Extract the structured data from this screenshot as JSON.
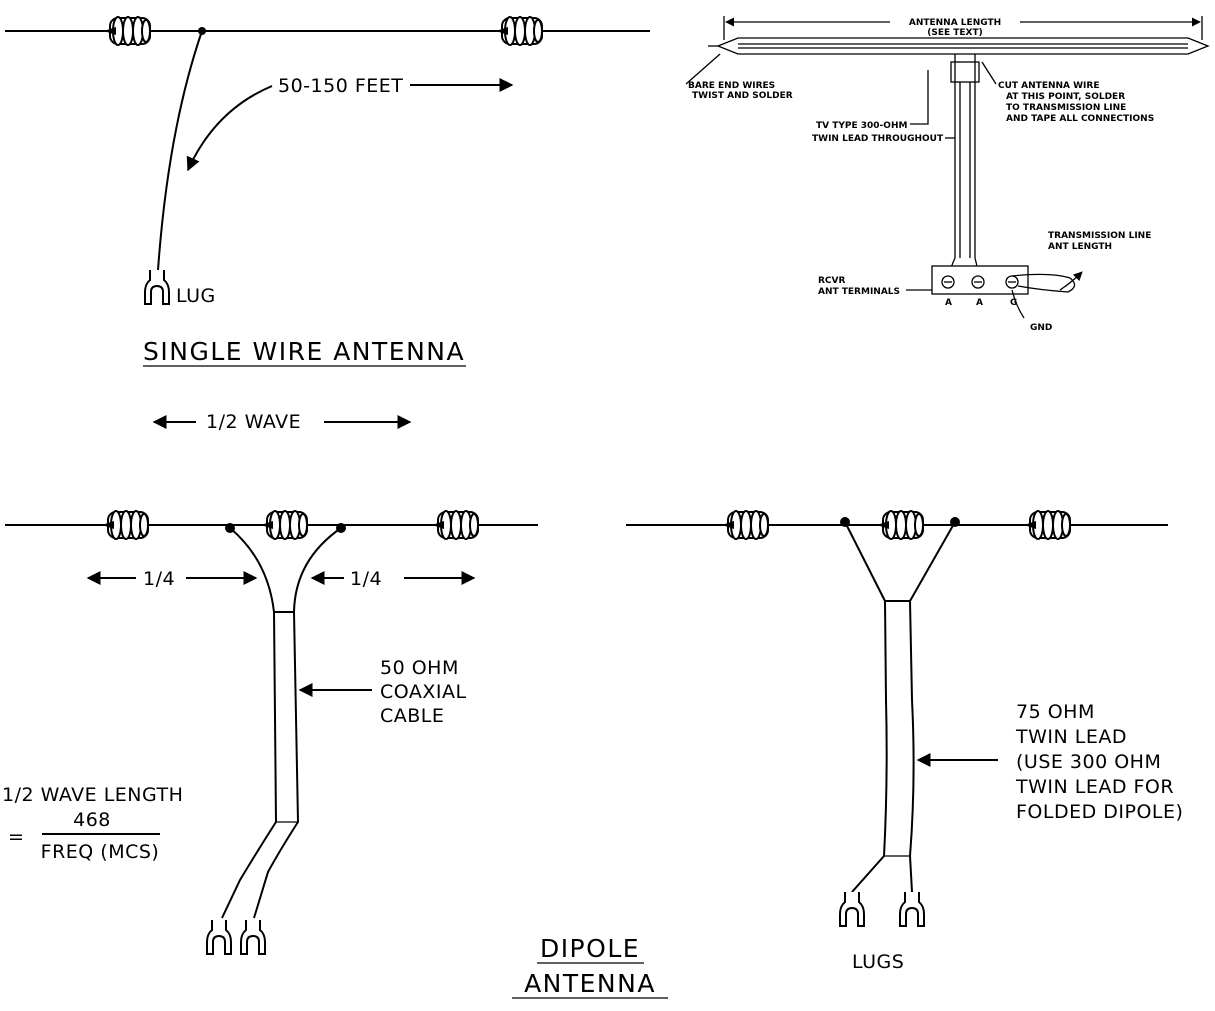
{
  "single_wire": {
    "length_label": "50-150 FEET",
    "lug_label": "LUG",
    "title": "SINGLE WIRE ANTENNA"
  },
  "folded_dipole": {
    "antenna_length": "ANTENNA LENGTH",
    "see_text": "(SEE TEXT)",
    "bare_end_1": "BARE END WIRES",
    "bare_end_2": "TWIST AND SOLDER",
    "cut_1": "CUT ANTENNA WIRE",
    "cut_2": "AT THIS POINT, SOLDER",
    "cut_3": "TO TRANSMISSION LINE",
    "cut_4": "AND TAPE ALL CONNECTIONS",
    "tv_1": "TV TYPE 300-OHM",
    "tv_2": "TWIN LEAD THROUGHOUT",
    "tl_1": "TRANSMISSION LINE",
    "tl_2": "ANT LENGTH",
    "rcvr_1": "RCVR",
    "rcvr_2": "ANT TERMINALS",
    "term_a1": "A",
    "term_a2": "A",
    "term_g": "G",
    "gnd": "GND"
  },
  "half_wave_label": "1/2 WAVE",
  "coax_dipole": {
    "quarter_left": "1/4",
    "quarter_right": "1/4",
    "cable_1": "50 OHM",
    "cable_2": "COAXIAL",
    "cable_3": "CABLE"
  },
  "formula": {
    "label": "1/2 WAVE LENGTH",
    "equals": "=",
    "numerator": "468",
    "denominator": "FREQ (MCS)"
  },
  "twin_dipole": {
    "lead_1": "75 OHM",
    "lead_2": "TWIN LEAD",
    "lead_3": "(USE 300 OHM",
    "lead_4": "TWIN LEAD FOR",
    "lead_5": "FOLDED DIPOLE)",
    "lugs_label": "LUGS"
  },
  "dipole_title_1": "DIPOLE",
  "dipole_title_2": "ANTENNA"
}
